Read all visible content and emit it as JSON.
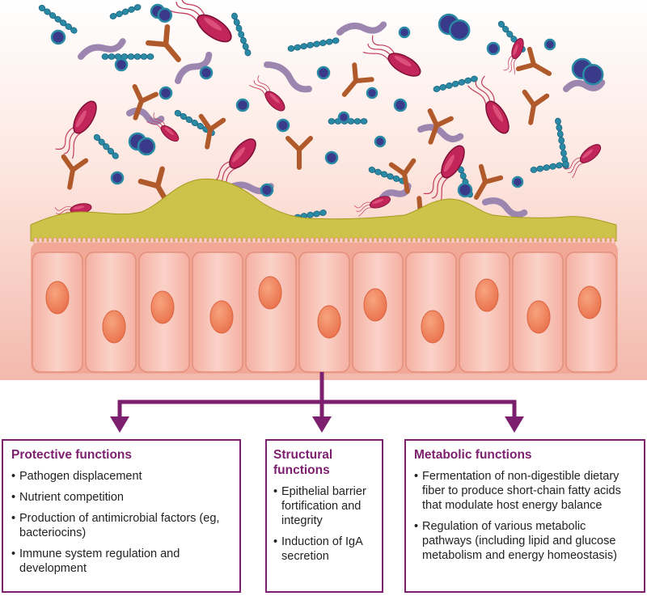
{
  "colors": {
    "accent": "#7b1f6e",
    "cell_fill": "#f6bfb3",
    "nucleus": "#f0845e",
    "mucus": "#cdc34a",
    "background_gradient_top": "#ffffff",
    "background_gradient_bottom": "#f3b9ad"
  },
  "illustration": {
    "bacteria_types": [
      "teal-chain-bacteria-icon",
      "purple-rod-bacteria-icon",
      "red-flagellated-bacteria-icon",
      "orange-y-bacteria-icon",
      "navy-cocci-icon"
    ]
  },
  "boxes": {
    "protective": {
      "title": "Protective functions",
      "items": [
        "Pathogen displacement",
        "Nutrient competition",
        "Production of antimicrobial factors (eg, bacteriocins)",
        "Immune system regulation and development"
      ]
    },
    "structural": {
      "title": "Structural functions",
      "items": [
        "Epithelial barrier fortification and integrity",
        "Induction of IgA secretion"
      ]
    },
    "metabolic": {
      "title": "Metabolic functions",
      "items": [
        "Fermentation of non-digestible dietary fiber to produce short-chain fatty acids that modulate host energy balance",
        "Regulation of various metabolic pathways (including lipid and glucose metabolism and energy homeostasis)"
      ]
    }
  }
}
